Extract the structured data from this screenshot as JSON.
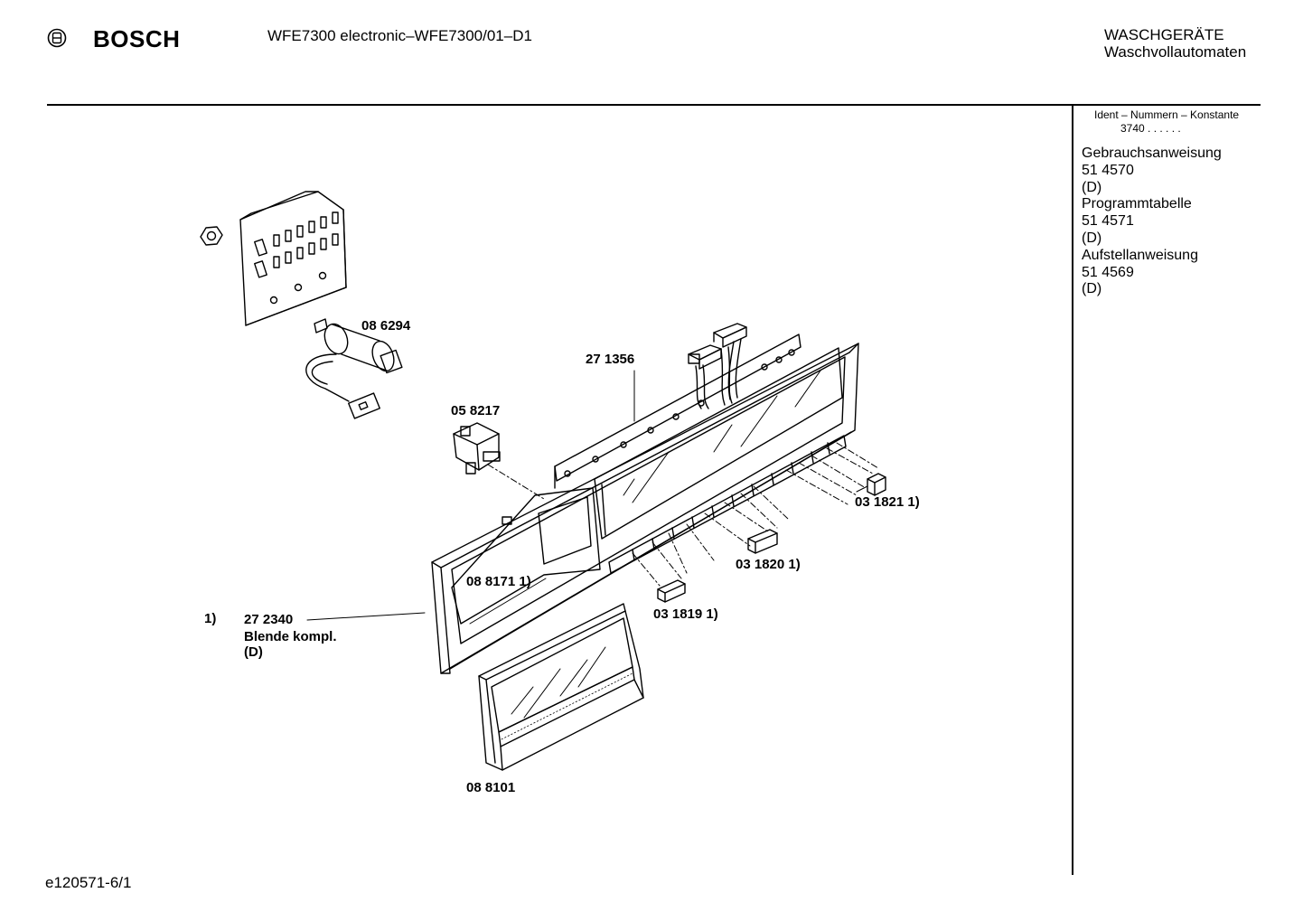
{
  "header": {
    "brand": "BOSCH",
    "model": "WFE7300 electronic–WFE7300/01–D1",
    "category_line1": "WASCHGERÄTE",
    "category_line2": "Waschvollautomaten"
  },
  "sidebar": {
    "ident_label": "Ident – Nummern – Konstante",
    "ident_value": "3740 .  .  .  .  .  .",
    "documents": [
      "Gebrauchsanweisung",
      "51 4570",
      "(D)",
      "Programmtabelle",
      "51 4571",
      "(D)",
      "Aufstellanweisung",
      "51 4569",
      "(D)"
    ]
  },
  "parts": {
    "p086294": "08 6294",
    "p271356": "27 1356",
    "p058217": "05 8217",
    "p0318211": "03 1821 1)",
    "p0318201": "03 1820 1)",
    "p0881711": "08 8171 1)",
    "p0318191": "03 1819 1)",
    "footnote_marker": "1)",
    "p272340": "27 2340",
    "p272340_name": "Blende kompl.",
    "p272340_lang": "(D)",
    "p088101": "08 8101"
  },
  "footer": {
    "doc_code": "e120571-6/1"
  }
}
